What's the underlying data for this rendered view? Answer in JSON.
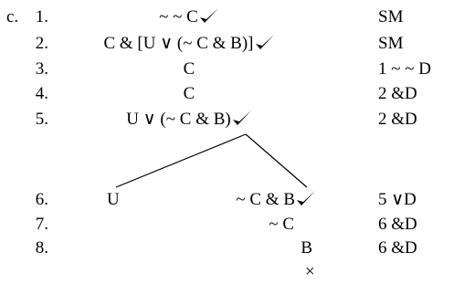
{
  "item_label": "c.",
  "rows": [
    {
      "num": "1.",
      "formula": "~ ~ C",
      "checked": true,
      "just": "SM"
    },
    {
      "num": "2.",
      "formula": "C & [U ∨ (~ C & B)]",
      "checked": true,
      "just": "SM"
    },
    {
      "num": "3.",
      "formula": "C",
      "checked": false,
      "just": "1 ~ ~ D"
    },
    {
      "num": "4.",
      "formula": "C",
      "checked": false,
      "just": "2 &D"
    },
    {
      "num": "5.",
      "formula": "U ∨ (~ C & B)",
      "checked": true,
      "just": "2 &D"
    }
  ],
  "branch_rows": [
    {
      "num": "6.",
      "left": "U",
      "right": "~ C & B",
      "checked": true,
      "just": "5 ∨D"
    },
    {
      "num": "7.",
      "left": "",
      "right": "~ C",
      "checked": false,
      "just": "6 &D"
    },
    {
      "num": "8.",
      "left": "",
      "right": "B",
      "checked": false,
      "just": "6 &D"
    }
  ],
  "close_mark": "×"
}
